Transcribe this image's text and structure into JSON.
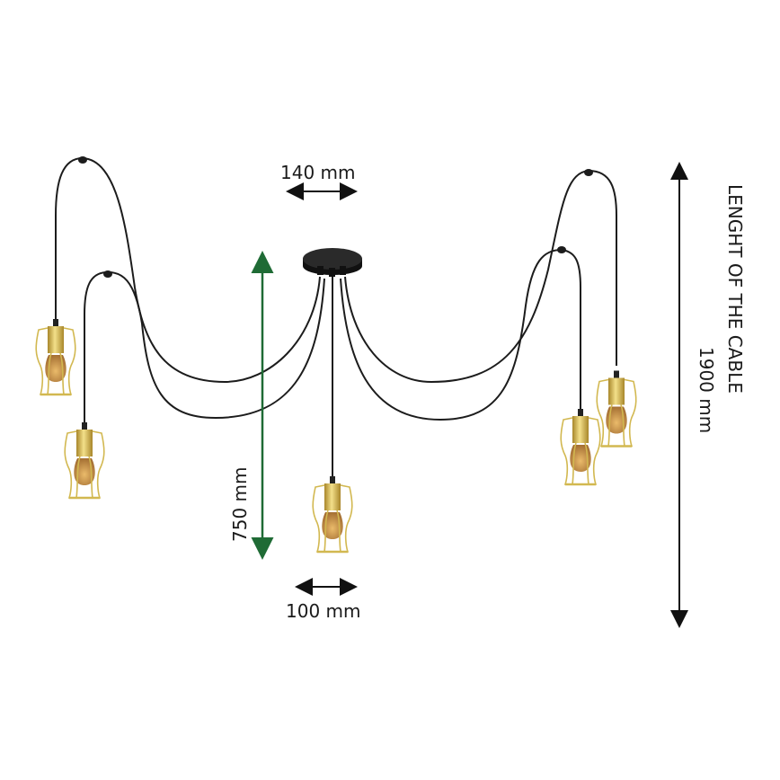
{
  "dimensions": {
    "canopy_width": "140 mm",
    "drop_height": "750 mm",
    "shade_width": "100 mm",
    "cable_length_label": "LENGHT OF THE CABLE",
    "cable_length": "1900 mm"
  },
  "colors": {
    "cable": "#1c1c1c",
    "gold": "#d9bf5a",
    "bulb": "#c98a2e",
    "height_arrow": "#1f6b35",
    "arrow": "#111111"
  }
}
